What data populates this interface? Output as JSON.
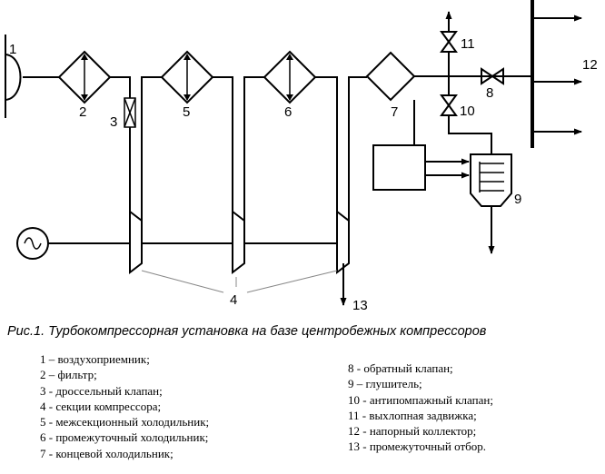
{
  "diagram": {
    "labels": {
      "n1": "1",
      "n2": "2",
      "n3": "3",
      "n4": "4",
      "n5": "5",
      "n6": "6",
      "n7": "7",
      "n8": "8",
      "n9": "9",
      "n10": "10",
      "n11": "11",
      "n12": "12",
      "n13": "13"
    }
  },
  "caption": "Рис.1. Турбокомпрессорная установка на базе центробежных компрессоров",
  "legend": {
    "left": [
      "1 – воздухоприемник;",
      "2 – фильтр;",
      "3 - дроссельный клапан;",
      "4 - секции компрессора;",
      "5 - межсекционный холодильник;",
      "6 - промежуточный холодильник;",
      "7 - концевой холодильник;"
    ],
    "right": [
      "8 - обратный клапан;",
      "9 – глушитель;",
      "10 - антипомпажный клапан;",
      "11 - выхлопная задвижка;",
      "12 - напорный коллектор;",
      "13 - промежуточный отбор."
    ]
  }
}
